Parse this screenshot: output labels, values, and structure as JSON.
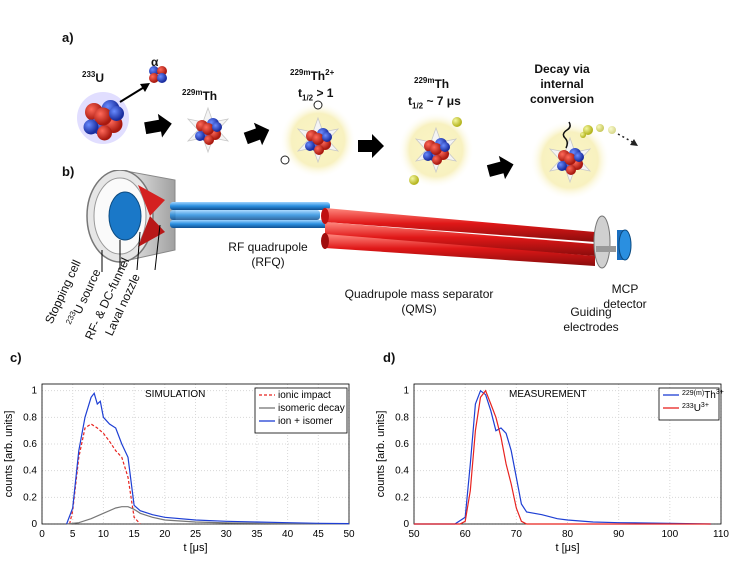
{
  "panels": {
    "a": "a)",
    "b": "b)",
    "c": "c)",
    "d": "d)"
  },
  "decay_chain": {
    "u233": {
      "sup": "233",
      "base": "U"
    },
    "alpha": "α",
    "th229m_1": {
      "sup": "229m",
      "base": "Th"
    },
    "th229m_2": {
      "sup": "229m",
      "base": "Th",
      "charge": "2+",
      "half_life_line": "t",
      "half_life_sub": "1/2",
      "half_life_val": " > 1"
    },
    "th229m_3": {
      "sup": "229m",
      "base": "Th",
      "half_life_line": "t",
      "half_life_sub": "1/2",
      "half_life_val": " ~ 7 μs"
    },
    "decay": {
      "line1": "Decay via",
      "line2": "internal",
      "line3": "conversion"
    }
  },
  "setup": {
    "rfq_line1": "RF quadrupole",
    "rfq_line2": "(RFQ)",
    "qms_line1": "Quadrupole mass separator",
    "qms_line2": "(QMS)",
    "mcp_line1": "MCP",
    "mcp_line2": "detector",
    "guide_line1": "Guiding",
    "guide_line2": "electrodes",
    "stopping_cell": "Stopping cell",
    "u_source_sup": "233",
    "u_source": "U source",
    "funnel": "RF- & DC-funnel",
    "laval": "Laval nozzle"
  },
  "colors": {
    "red": "#e8231f",
    "blue": "#1e3fd4",
    "gray": "#777777",
    "rfq_blue": "#2a8fe0",
    "qms_red": "#e01818"
  },
  "chart_data": [
    {
      "type": "line",
      "title": "SIMULATION",
      "xlabel": "t [μs]",
      "ylabel": "counts [arb. units]",
      "xlim": [
        0,
        50
      ],
      "ylim": [
        0,
        1.05
      ],
      "xticks": [
        "0",
        "5",
        "10",
        "15",
        "20",
        "25",
        "30",
        "35",
        "40",
        "45",
        "50"
      ],
      "yticks": [
        "0",
        "0.2",
        "0.4",
        "0.6",
        "0.8",
        "1"
      ],
      "grid": true,
      "legend_position": "top-right",
      "series": [
        {
          "name": "ionic impact",
          "color": "#e8231f",
          "dash": true,
          "x": [
            4.5,
            5,
            6,
            7,
            8,
            9,
            10,
            11,
            12,
            13,
            14,
            15,
            16
          ],
          "y": [
            0,
            0.1,
            0.5,
            0.72,
            0.75,
            0.72,
            0.68,
            0.62,
            0.55,
            0.5,
            0.35,
            0.05,
            0
          ]
        },
        {
          "name": "isomeric decay",
          "color": "#777777",
          "dash": false,
          "x": [
            4,
            6,
            8,
            10,
            12,
            13,
            14,
            15,
            16,
            18,
            20,
            25,
            30,
            40,
            50
          ],
          "y": [
            0,
            0.01,
            0.04,
            0.08,
            0.12,
            0.13,
            0.13,
            0.11,
            0.08,
            0.05,
            0.03,
            0.015,
            0.008,
            0.003,
            0.001
          ]
        },
        {
          "name": "ion + isomer",
          "color": "#1e3fd4",
          "dash": false,
          "x": [
            4,
            5,
            6,
            7,
            8,
            8.5,
            9,
            9.5,
            10,
            11,
            12,
            13,
            14,
            15,
            16,
            18,
            20,
            25,
            30,
            35,
            40,
            45,
            50
          ],
          "y": [
            0,
            0.12,
            0.55,
            0.8,
            0.95,
            0.98,
            0.9,
            0.92,
            0.8,
            0.75,
            0.72,
            0.6,
            0.5,
            0.14,
            0.1,
            0.07,
            0.05,
            0.03,
            0.02,
            0.015,
            0.01,
            0.005,
            0.003
          ]
        }
      ]
    },
    {
      "type": "line",
      "title": "MEASUREMENT",
      "xlabel": "t [μs]",
      "ylabel": "counts [arb. units]",
      "xlim": [
        50,
        110
      ],
      "ylim": [
        0,
        1.05
      ],
      "xticks": [
        "50",
        "60",
        "70",
        "80",
        "90",
        "100",
        "110"
      ],
      "yticks": [
        "0",
        "0.2",
        "0.4",
        "0.6",
        "0.8",
        "1"
      ],
      "grid": true,
      "legend_position": "top-right",
      "series": [
        {
          "name_sup": "229(m)",
          "name_base": "Th",
          "name_charge": "3+",
          "color": "#1e3fd4",
          "x": [
            50,
            58,
            60,
            61,
            62,
            63,
            64,
            65,
            66,
            67,
            68,
            69,
            70,
            71,
            72,
            75,
            78,
            80,
            85,
            90,
            100,
            108
          ],
          "y": [
            0,
            0,
            0.05,
            0.45,
            0.9,
            1.0,
            0.97,
            0.85,
            0.7,
            0.72,
            0.68,
            0.55,
            0.35,
            0.15,
            0.09,
            0.07,
            0.04,
            0.03,
            0.015,
            0.01,
            0.005,
            0
          ]
        },
        {
          "name_sup": "233",
          "name_base": "U",
          "name_charge": "3+",
          "color": "#e8231f",
          "x": [
            50,
            59,
            60,
            61,
            62,
            63,
            64,
            65,
            66,
            67,
            68,
            69,
            70,
            71,
            72,
            108
          ],
          "y": [
            0,
            0,
            0.02,
            0.25,
            0.7,
            0.95,
            1.0,
            0.9,
            0.8,
            0.65,
            0.45,
            0.3,
            0.12,
            0.02,
            0,
            0
          ]
        }
      ]
    }
  ]
}
